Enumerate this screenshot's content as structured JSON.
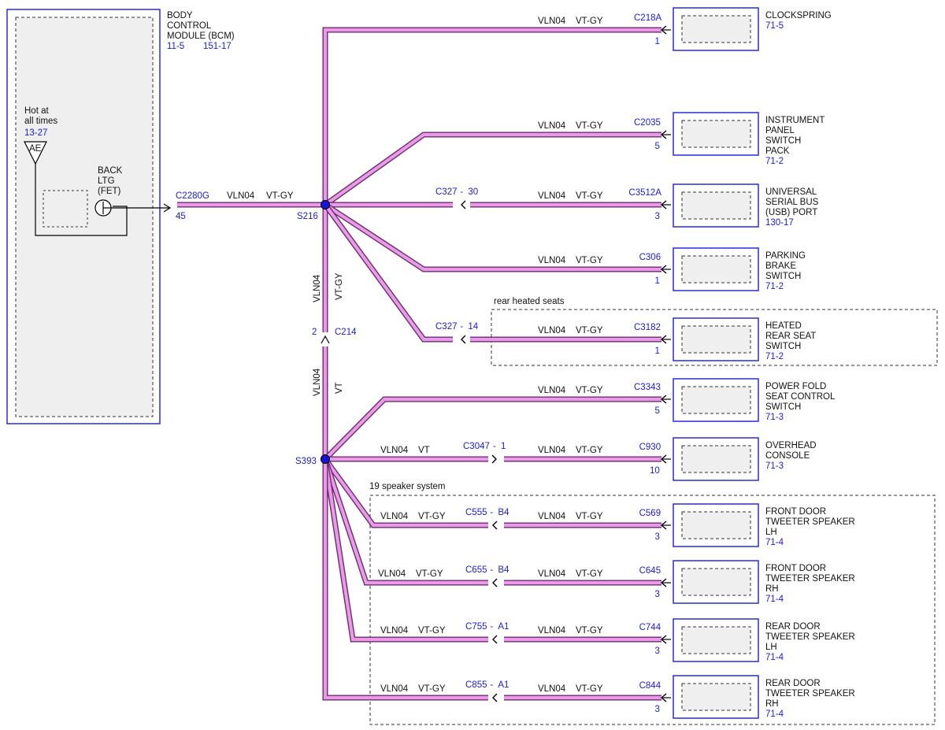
{
  "bcm": {
    "title": [
      "BODY",
      "CONTROL",
      "MODULE (BCM)"
    ],
    "ref1": "11-5",
    "ref2": "151-17",
    "hot_label": [
      "Hot at",
      "all times"
    ],
    "hot_ref": "13-27",
    "fuse_label": "AE",
    "fet_label": [
      "BACK",
      "LTG",
      "(FET)"
    ],
    "connector": "C2280G",
    "pin": "45"
  },
  "splices": {
    "s216": "S216",
    "s393": "S393"
  },
  "main_wire": {
    "circuit": "VLN04",
    "color": "VT-GY"
  },
  "vertical_upper": {
    "circuit": "VLN04",
    "color": "VT-GY"
  },
  "c214": {
    "connector": "C214",
    "pin": "2"
  },
  "vertical_lower": {
    "circuit": "VLN04",
    "color": "VT"
  },
  "groups": {
    "rear_heated_seats": "rear heated seats",
    "speaker_system": "19 speaker system"
  },
  "branches": [
    {
      "circuit": "VLN04",
      "color": "VT-GY",
      "connector": "C218A",
      "pin": "1",
      "component": [
        "CLOCKSPRING"
      ],
      "ref": "71-5"
    },
    {
      "circuit": "VLN04",
      "color": "VT-GY",
      "connector": "C2035",
      "pin": "5",
      "component": [
        "INSTRUMENT",
        "PANEL",
        "SWITCH",
        "PACK"
      ],
      "ref": "71-2"
    },
    {
      "circuit": "VLN04",
      "color": "VT-GY",
      "connector": "C3512A",
      "pin": "3",
      "inline": "C327",
      "inline_pin": "30",
      "component": [
        "UNIVERSAL",
        "SERIAL BUS",
        "(USB) PORT"
      ],
      "ref": "130-17"
    },
    {
      "circuit": "VLN04",
      "color": "VT-GY",
      "connector": "C306",
      "pin": "1",
      "component": [
        "PARKING",
        "BRAKE",
        "SWITCH"
      ],
      "ref": "71-2"
    },
    {
      "circuit": "VLN04",
      "color": "VT-GY",
      "connector": "C3182",
      "pin": "1",
      "inline": "C327",
      "inline_pin": "14",
      "component": [
        "HEATED",
        "REAR SEAT",
        "SWITCH"
      ],
      "ref": "71-2"
    },
    {
      "circuit": "VLN04",
      "color": "VT-GY",
      "connector": "C3343",
      "pin": "5",
      "component": [
        "POWER FOLD",
        "SEAT CONTROL",
        "SWITCH"
      ],
      "ref": "71-3"
    },
    {
      "circuit": "VLN04",
      "color": "VT-GY",
      "connector": "C930",
      "pin": "10",
      "inline": "C3047",
      "inline_pin": "1",
      "left_circuit": "VLN04",
      "left_color": "VT",
      "component": [
        "OVERHEAD",
        "CONSOLE"
      ],
      "ref": "71-3"
    },
    {
      "circuit": "VLN04",
      "color": "VT-GY",
      "connector": "C569",
      "pin": "3",
      "inline": "C555",
      "inline_pin": "B4",
      "left_circuit": "VLN04",
      "left_color": "VT-GY",
      "component": [
        "FRONT DOOR",
        "TWEETER SPEAKER",
        "LH"
      ],
      "ref": "71-4"
    },
    {
      "circuit": "VLN04",
      "color": "VT-GY",
      "connector": "C645",
      "pin": "3",
      "inline": "C655",
      "inline_pin": "B4",
      "left_circuit": "VLN04",
      "left_color": "VT-GY",
      "component": [
        "FRONT DOOR",
        "TWEETER SPEAKER",
        "RH"
      ],
      "ref": "71-4"
    },
    {
      "circuit": "VLN04",
      "color": "VT-GY",
      "connector": "C744",
      "pin": "3",
      "inline": "C755",
      "inline_pin": "A1",
      "left_circuit": "VLN04",
      "left_color": "VT-GY",
      "component": [
        "REAR DOOR",
        "TWEETER SPEAKER",
        "LH"
      ],
      "ref": "71-4"
    },
    {
      "circuit": "VLN04",
      "color": "VT-GY",
      "connector": "C844",
      "pin": "3",
      "inline": "C855",
      "inline_pin": "A1",
      "left_circuit": "VLN04",
      "left_color": "VT-GY",
      "component": [
        "REAR DOOR",
        "TWEETER SPEAKER",
        "RH"
      ],
      "ref": "71-4"
    }
  ]
}
